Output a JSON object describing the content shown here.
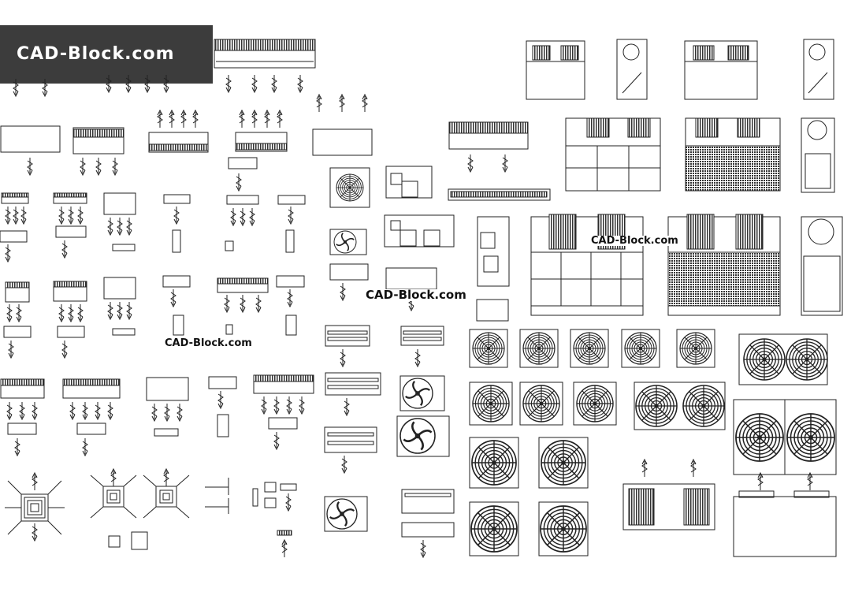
{
  "logo": {
    "text": "CAD-Block.com"
  },
  "watermarks": [
    "CAD-Block.com",
    "CAD-Block.com",
    "CAD-Block.com"
  ],
  "colors": {
    "banner": "#3c3c3c",
    "banner_text": "#ffffff",
    "line": "#222222",
    "background": "#ffffff"
  },
  "icons": [
    "fan-icon",
    "airflow-arrow-icon",
    "grille-icon",
    "cassette-icon"
  ]
}
